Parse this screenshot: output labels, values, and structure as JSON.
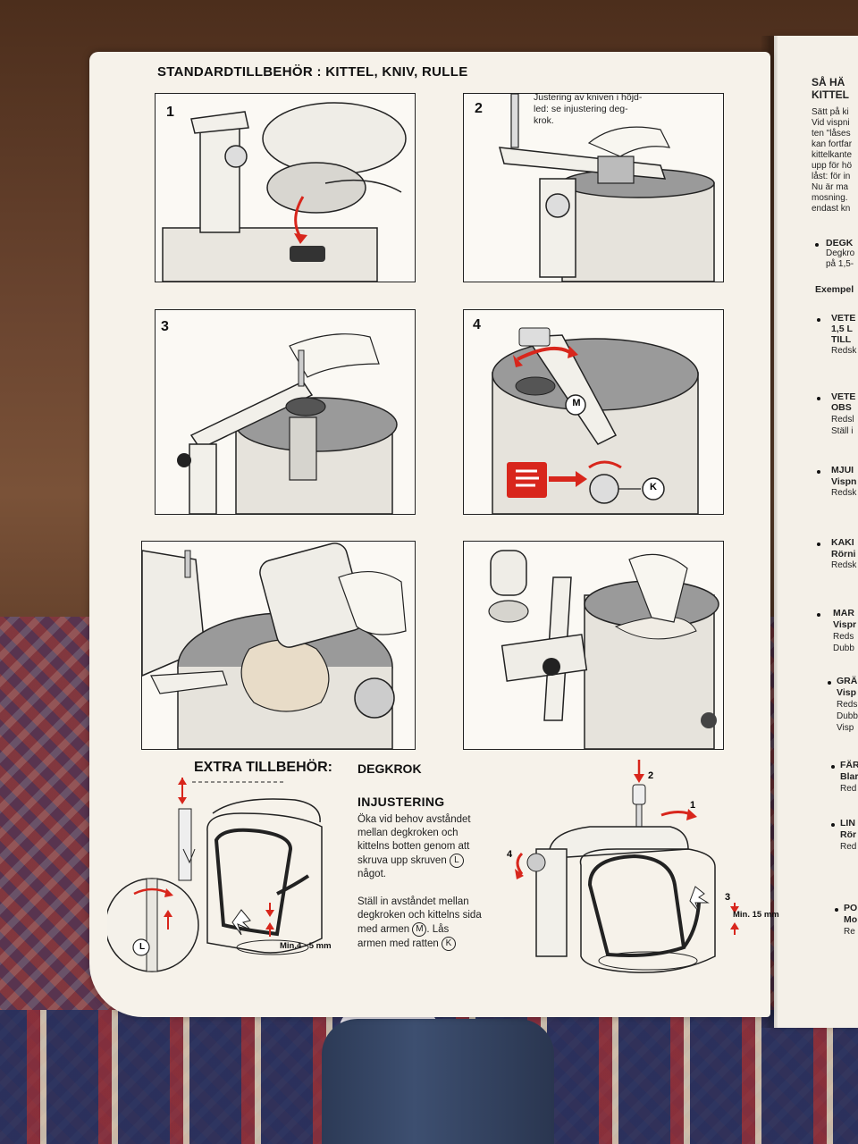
{
  "left_page": {
    "header": "STANDARDTILLBEHÖR :   KITTEL, KNIV, RULLE",
    "panels": [
      {
        "number": "1"
      },
      {
        "number": "2",
        "caption": [
          "Justering av kniven i höjd-",
          "led: se injustering deg-",
          "krok."
        ]
      },
      {
        "number": "3"
      },
      {
        "number": "4",
        "label_m": "M",
        "label_k": "K"
      },
      {
        "number": ""
      },
      {
        "number": ""
      }
    ],
    "extra": {
      "title": "EXTRA TILLBEHÖR:",
      "subtitle": "DEGKROK",
      "section_title": "INJUSTERING",
      "paragraph1_lines": [
        "Öka vid behov avståndet",
        "mellan degkroken och",
        "kittelns botten genom att",
        "skruva upp skruven",
        "något."
      ],
      "screw_label": "L",
      "paragraph2_lines": [
        "Ställ in avståndet mellan",
        "degkroken och kittelns sida",
        "med armen",
        "armen med ratten"
      ],
      "arm_label": "M",
      "las_word": "Lås",
      "wheel_label": "K",
      "min_left": "Min.4 - 5 mm",
      "min_right": "Min. 15 mm",
      "steps": [
        "1",
        "2",
        "3",
        "4"
      ],
      "left_fig_label": "L"
    }
  },
  "right_page_fragments": {
    "heading1": "SÅ HÄ",
    "heading2": "KITTEL",
    "intro_lines": [
      "Sätt på ki",
      "Vid vispni",
      "ten \"låses",
      "kan fortfar",
      "kittelkante",
      "upp för hö",
      "låst: för in",
      "Nu är ma",
      "mosning.",
      "endast kn"
    ],
    "degk_title": "DEGK",
    "degk_lines": [
      "Degkro",
      "på 1,5-"
    ],
    "exempel": "Exempel",
    "items": [
      {
        "title": [
          "VETE",
          "1,5 L",
          "TILL"
        ],
        "lines": [
          "Redsk"
        ]
      },
      {
        "title": [
          "VETE",
          "OBS"
        ],
        "lines": [
          "Redsl",
          "Ställ i"
        ]
      },
      {
        "title": [
          "MJUI",
          "Vispn"
        ],
        "lines": [
          "Redsk"
        ]
      },
      {
        "title": [
          "KAKI",
          "Rörni"
        ],
        "lines": [
          "Redsk"
        ]
      },
      {
        "title": [
          "MAR",
          "Vispr"
        ],
        "lines": [
          "Reds",
          "Dubb"
        ]
      },
      {
        "title": [
          "GRÄ",
          "Visp"
        ],
        "lines": [
          "Reds",
          "Dubb",
          "Visp"
        ]
      },
      {
        "title": [
          "FÄR",
          "Blar"
        ],
        "lines": [
          "Red"
        ]
      },
      {
        "title": [
          "LIN",
          "Rör"
        ],
        "lines": [
          "Red"
        ]
      },
      {
        "title": [
          "PO",
          "Mo"
        ],
        "lines": [
          "Re"
        ]
      }
    ]
  },
  "colors": {
    "accent_red": "#d8261c",
    "ink": "#1a1a1a",
    "paper": "#f6f2ea",
    "shade_gray": "#8f8f8f"
  }
}
